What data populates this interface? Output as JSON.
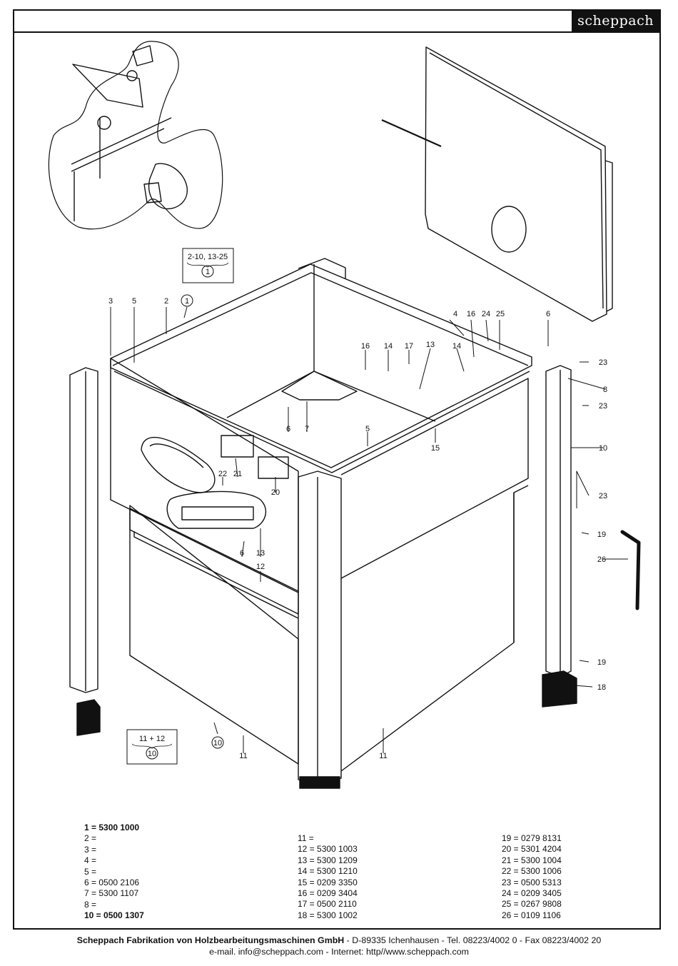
{
  "brand": "scheppach",
  "callouts": {
    "c3": "3",
    "c5": "5",
    "c2": "2",
    "c1": "1",
    "c4": "4",
    "c16a": "16",
    "c24": "24",
    "c25": "25",
    "c6a": "6",
    "c23a": "23",
    "c8": "8",
    "c23b": "23",
    "c10a": "10",
    "c23c": "23",
    "c19a": "19",
    "c26": "26",
    "c19b": "19",
    "c18": "18",
    "c16b": "16",
    "c14a": "14",
    "c17": "17",
    "c13a": "13",
    "c14b": "14",
    "c6b": "6",
    "c7": "7",
    "c5b": "5",
    "c15": "15",
    "c22": "22",
    "c21": "21",
    "c20": "20",
    "c6c": "6",
    "c13b": "13",
    "c12": "12",
    "c10b": "10",
    "c11a": "11",
    "c11b": "11"
  },
  "group_boxes": {
    "upper": {
      "range": "2-10, 13-25",
      "num": "1"
    },
    "lower": {
      "range": "11 + 12",
      "num": "10"
    }
  },
  "parts": {
    "col1": [
      "1 = 5300 1000",
      "2 =",
      "3 =",
      "4 =",
      "5 =",
      "6 = 0500 2106",
      "7 = 5300 1107",
      "8 =",
      "10 = 0500 1307"
    ],
    "col2": [
      "11 =",
      "12 = 5300 1003",
      "13 = 5300 1209",
      "14 = 5300 1210",
      "15 = 0209 3350",
      "16 = 0209 3404",
      "17 = 0500 2110",
      "18 = 5300 1002"
    ],
    "col3": [
      "19 = 0279 8131",
      "20 = 5301 4204",
      "21 = 5300 1004",
      "22 = 5300 1006",
      "23 = 0500 5313",
      "24 = 0209 3405",
      "25 = 0267 9808",
      "26 = 0109 1106"
    ]
  },
  "footer": {
    "company": "Scheppach Fabrikation von Holzbearbeitungsmaschinen GmbH",
    "address": " - D-89335 Ichenhausen - Tel. 08223/4002 0 - Fax 08223/4002 20",
    "contact": "e-mail. info@scheppach.com - Internet: http//www.scheppach.com"
  }
}
